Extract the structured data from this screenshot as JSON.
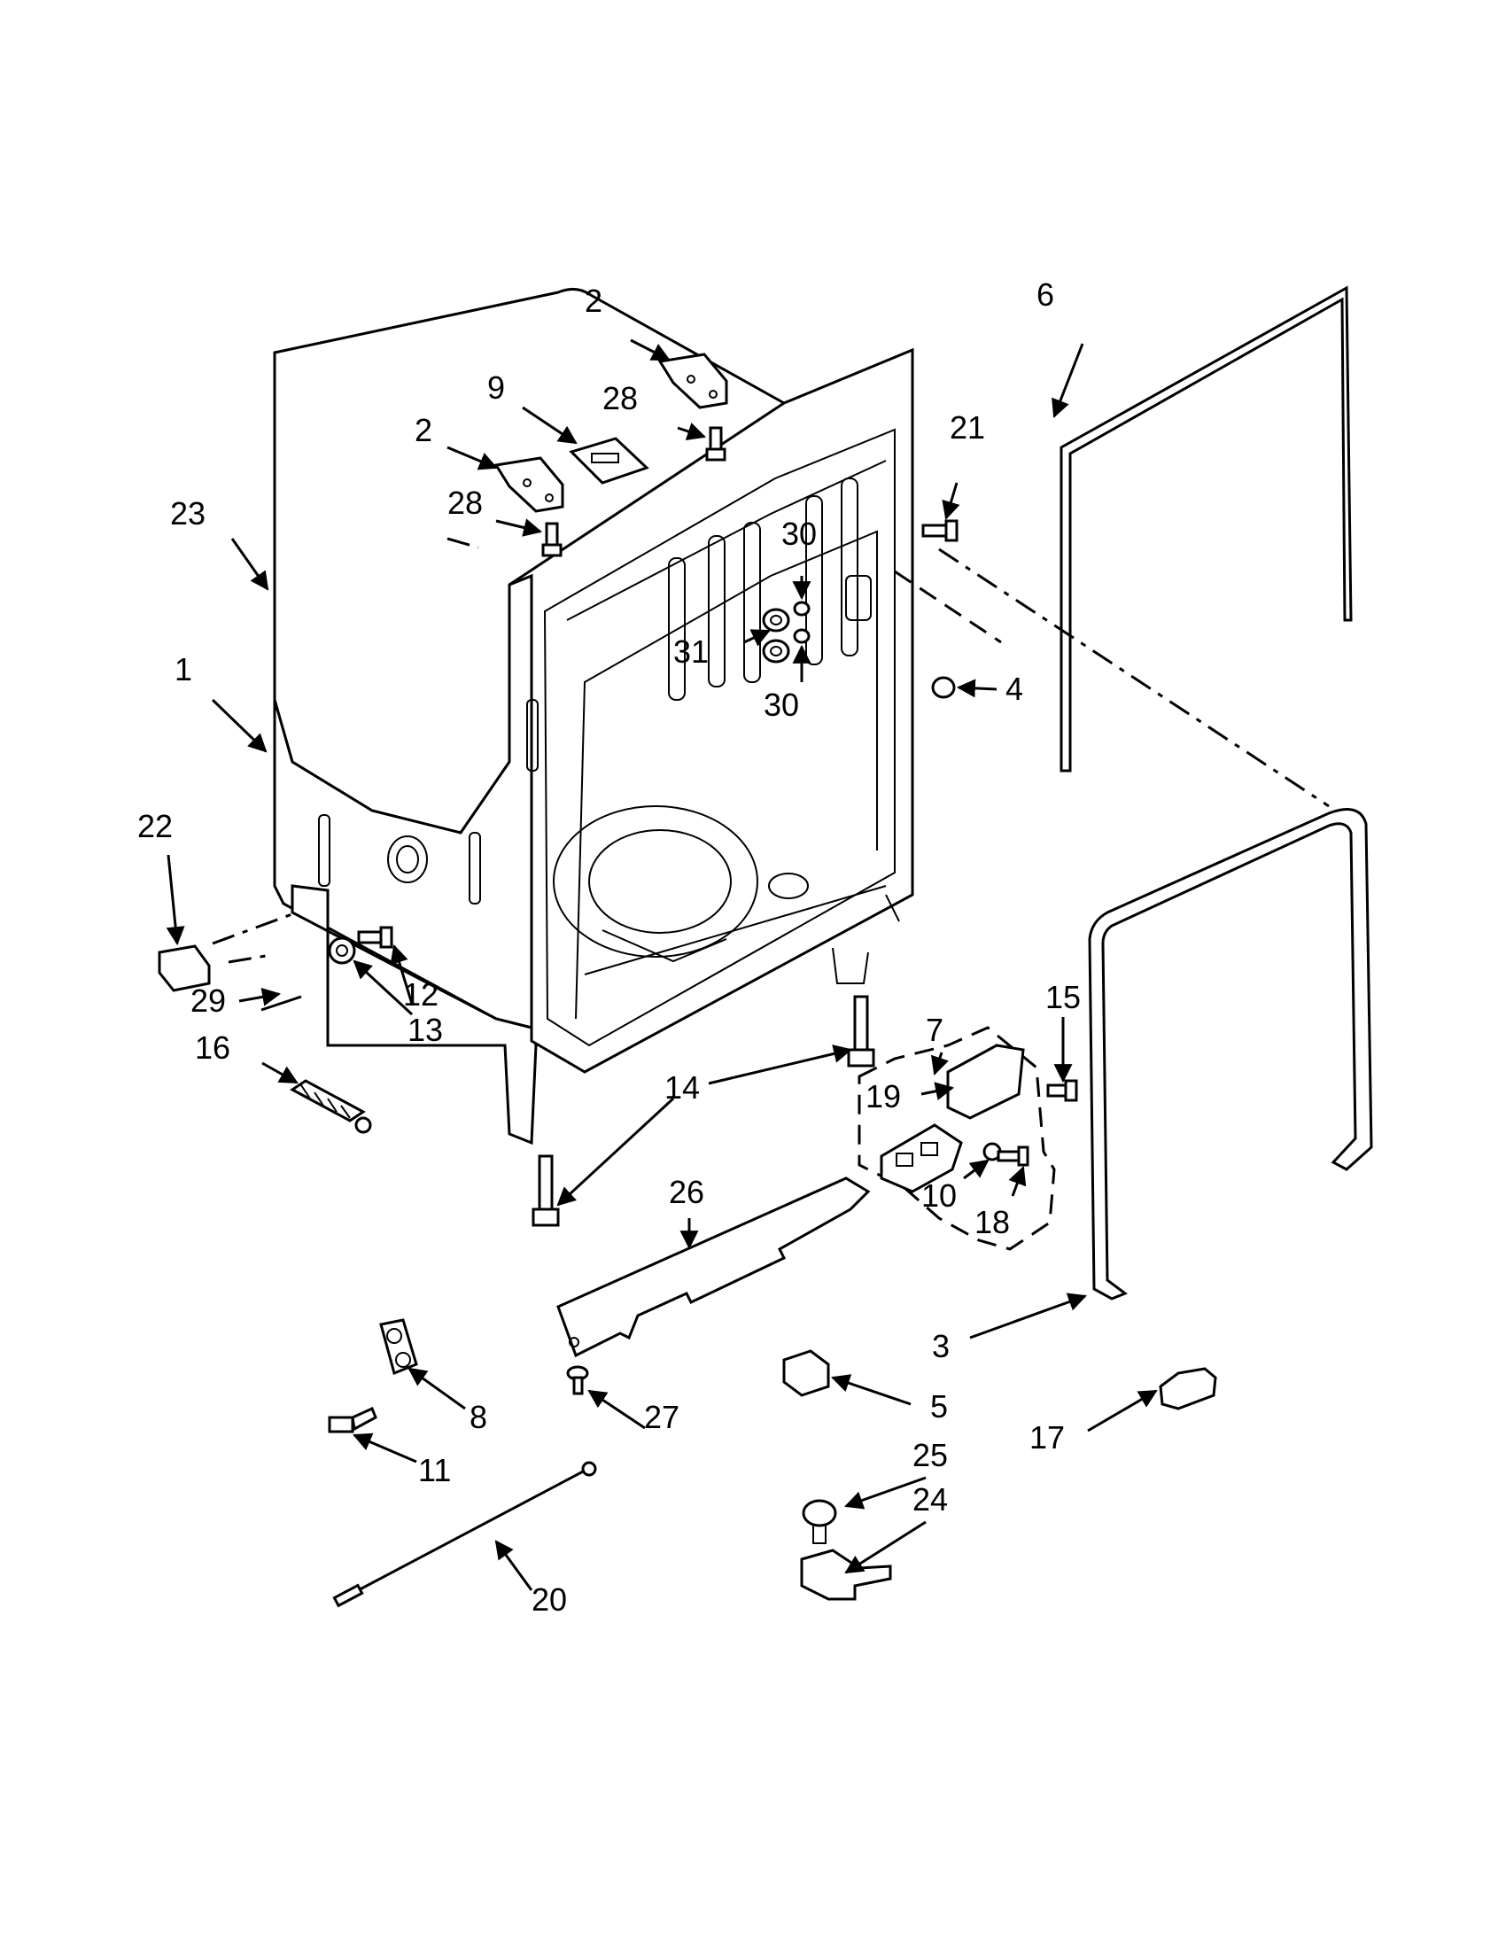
{
  "callouts": [
    {
      "id": "c1",
      "text": "1"
    },
    {
      "id": "c2a",
      "text": "2"
    },
    {
      "id": "c2b",
      "text": "2"
    },
    {
      "id": "c3",
      "text": "3"
    },
    {
      "id": "c4",
      "text": "4"
    },
    {
      "id": "c5",
      "text": "5"
    },
    {
      "id": "c6",
      "text": "6"
    },
    {
      "id": "c7",
      "text": "7"
    },
    {
      "id": "c8",
      "text": "8"
    },
    {
      "id": "c9",
      "text": "9"
    },
    {
      "id": "c10",
      "text": "10"
    },
    {
      "id": "c11",
      "text": "11"
    },
    {
      "id": "c12",
      "text": "12"
    },
    {
      "id": "c13",
      "text": "13"
    },
    {
      "id": "c14",
      "text": "14"
    },
    {
      "id": "c15",
      "text": "15"
    },
    {
      "id": "c16",
      "text": "16"
    },
    {
      "id": "c17",
      "text": "17"
    },
    {
      "id": "c18",
      "text": "18"
    },
    {
      "id": "c19",
      "text": "19"
    },
    {
      "id": "c20",
      "text": "20"
    },
    {
      "id": "c21",
      "text": "21"
    },
    {
      "id": "c22",
      "text": "22"
    },
    {
      "id": "c23",
      "text": "23"
    },
    {
      "id": "c24",
      "text": "24"
    },
    {
      "id": "c25",
      "text": "25"
    },
    {
      "id": "c26",
      "text": "26"
    },
    {
      "id": "c27",
      "text": "27"
    },
    {
      "id": "c28a",
      "text": "28"
    },
    {
      "id": "c28b",
      "text": "28"
    },
    {
      "id": "c29",
      "text": "29"
    },
    {
      "id": "c30a",
      "text": "30"
    },
    {
      "id": "c30b",
      "text": "30"
    },
    {
      "id": "c31",
      "text": "31"
    }
  ]
}
